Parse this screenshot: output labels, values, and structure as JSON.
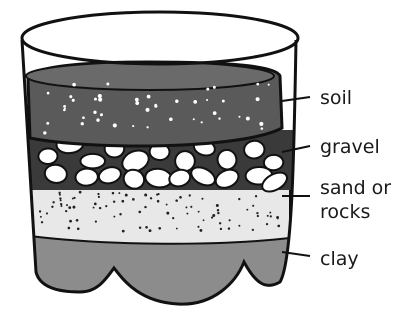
{
  "diagram": {
    "labels": {
      "soil": "soil",
      "gravel": "gravel",
      "sand_line1": "sand or",
      "sand_line2": "rocks",
      "clay": "clay"
    },
    "layers": [
      {
        "name": "soil",
        "color": "#5a5a5a"
      },
      {
        "name": "gravel",
        "color": "#ffffff"
      },
      {
        "name": "sand or rocks",
        "color": "#e8e8e8"
      },
      {
        "name": "clay",
        "color": "#8c8c8c"
      }
    ]
  }
}
